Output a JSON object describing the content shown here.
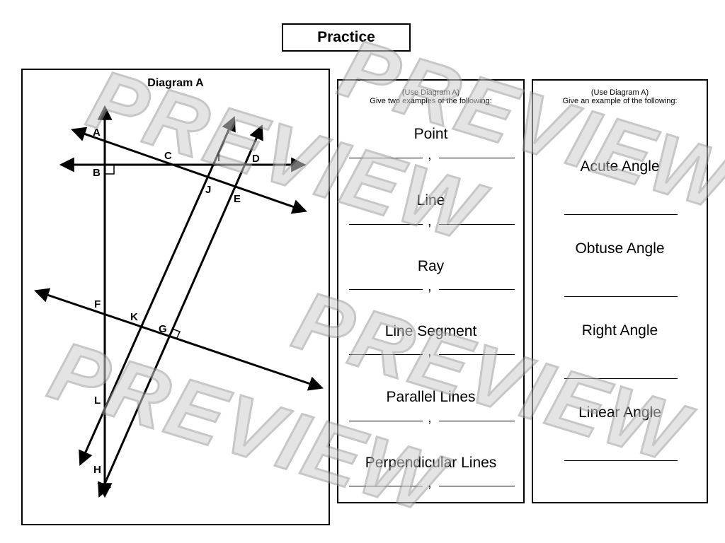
{
  "title": "Practice",
  "diagram": {
    "title": "Diagram A",
    "points": [
      "A",
      "B",
      "C",
      "I",
      "D",
      "J",
      "E",
      "F",
      "K",
      "G",
      "L",
      "H"
    ]
  },
  "two_examples": {
    "header_line1": "(Use Diagram A)",
    "header_line2": "Give two examples of the following:",
    "items": [
      "Point",
      "Line",
      "Ray",
      "Line Segment",
      "Parallel Lines",
      "Perpendicular Lines"
    ],
    "separator": ","
  },
  "one_example": {
    "header_line1": "(Use Diagram A)",
    "header_line2": "Give an example of the following:",
    "items": [
      "Acute Angle",
      "Obtuse Angle",
      "Right Angle",
      "Linear Angle"
    ]
  },
  "watermark": "PREVIEW"
}
